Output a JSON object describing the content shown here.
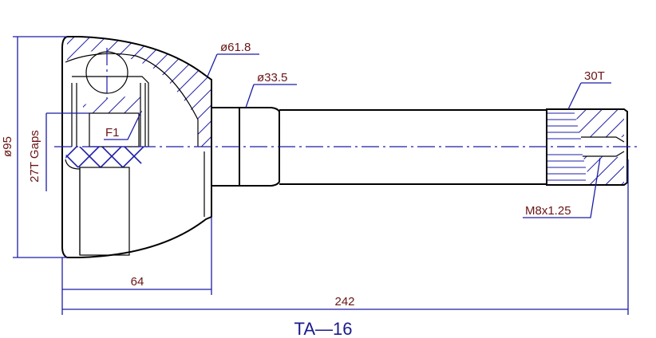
{
  "drawing": {
    "part_number": "TA—16",
    "labels": {
      "outer_diameter": "ø95",
      "bell_diameter": "ø61.8",
      "shaft_diameter": "ø33.5",
      "spline_teeth": "30T",
      "thread": "M8x1.25",
      "inner_spline": "27T Gaps",
      "inner_marker": "F1"
    },
    "dimensions": {
      "bell_length": "64",
      "overall_length": "242"
    },
    "colors": {
      "outline": "#000000",
      "dimension": "#1c1ca8",
      "text": "#6a1414"
    }
  }
}
